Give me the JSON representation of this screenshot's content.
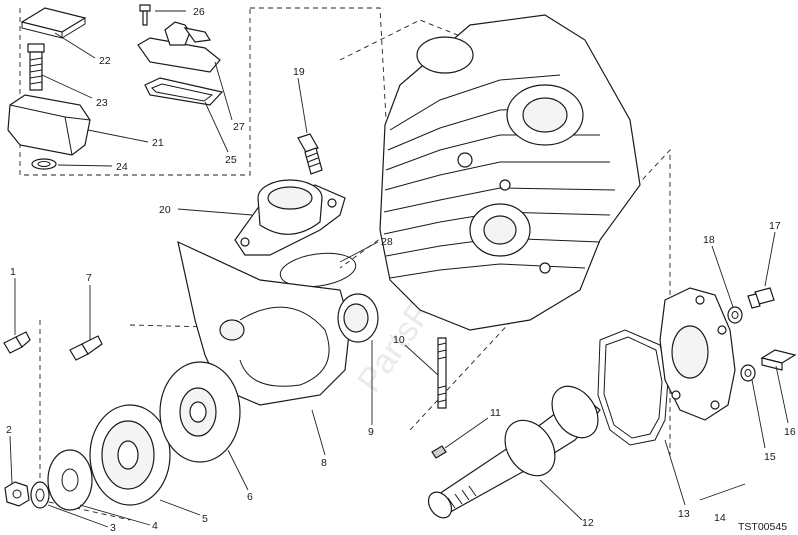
{
  "diagram": {
    "code": "TST00545",
    "watermark": "PartsRepublik",
    "callouts": [
      "1",
      "2",
      "3",
      "4",
      "5",
      "6",
      "7",
      "8",
      "9",
      "10",
      "11",
      "12",
      "13",
      "14",
      "15",
      "16",
      "17",
      "18",
      "19",
      "20",
      "21",
      "22",
      "23",
      "24",
      "25",
      "26",
      "27",
      "28"
    ]
  }
}
